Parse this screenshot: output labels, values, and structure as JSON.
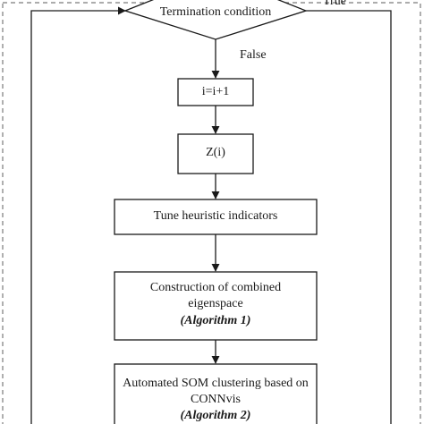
{
  "diagram": {
    "decision": {
      "label": "Termination condition"
    },
    "edge_labels": {
      "false": "False",
      "true": "True"
    },
    "nodes": {
      "increment": {
        "label": "i=i+1"
      },
      "z": {
        "label": "Z(i)"
      },
      "tune": {
        "label": "Tune heuristic indicators"
      },
      "construction": {
        "line1": "Construction of combined",
        "line2": "eigenspace",
        "line3": "(Algorithm 1)"
      },
      "som": {
        "line1": "Automated SOM clustering based on",
        "line2": "CONNvis",
        "line3": "(Algorithm 2)"
      }
    },
    "colors": {
      "stroke": "#1a1a1a",
      "frame": "#7a7a7a",
      "background": "#ffffff"
    }
  }
}
